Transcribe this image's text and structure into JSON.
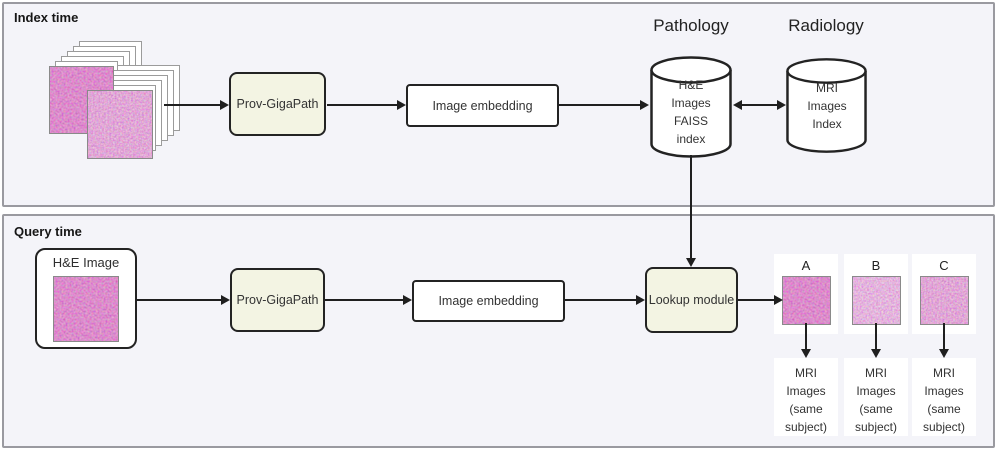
{
  "index_panel": {
    "label": "Index time",
    "prov_gigapath": "Prov-GigaPath",
    "image_embedding": "Image embedding",
    "pathology_title": "Pathology",
    "pathology_cylinder": "H&E Images FAISS index",
    "radiology_title": "Radiology",
    "radiology_cylinder": "MRI Images Index"
  },
  "query_panel": {
    "label": "Query time",
    "query_image_label": "H&E Image",
    "prov_gigapath": "Prov-GigaPath",
    "image_embedding": "Image embedding",
    "lookup_module": "Lookup module",
    "results": [
      {
        "label": "A",
        "caption": "MRI Images (same subject)"
      },
      {
        "label": "B",
        "caption": "MRI Images (same subject)"
      },
      {
        "label": "C",
        "caption": "MRI Images (same subject)"
      }
    ]
  },
  "colors": {
    "panel_bg": "#f4f4f9",
    "panel_border": "#9a9aa0",
    "node_cream": "#f3f4e3",
    "node_border": "#232323",
    "arrow": "#1f1f1f",
    "histology_pink": "#c0418c"
  }
}
